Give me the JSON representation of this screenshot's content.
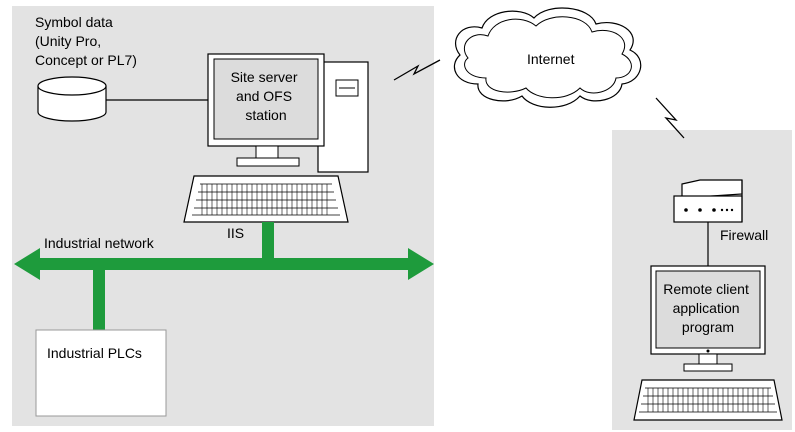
{
  "colors": {
    "zone_fill": "#e3e3e3",
    "network_green": "#1e9b3c",
    "outline": "#000000",
    "screen_gray": "#dcdcdc",
    "white": "#ffffff"
  },
  "labels": {
    "symbol_data": [
      "Symbol data",
      "(Unity Pro,",
      "Concept or PL7)"
    ],
    "site_server": [
      "Site server",
      "and OFS",
      "station"
    ],
    "internet": "Internet",
    "iis": "IIS",
    "industrial_network": "Industrial network",
    "industrial_plcs": "Industrial PLCs",
    "firewall": "Firewall",
    "remote_client": [
      "Remote client",
      "application",
      "program"
    ]
  },
  "icons": {
    "database": "database-cylinder-icon",
    "server": "desktop-computer-icon",
    "cloud": "cloud-icon",
    "lightning": "lightning-link-icon",
    "firewall": "firewall-router-icon",
    "client": "client-computer-icon"
  }
}
